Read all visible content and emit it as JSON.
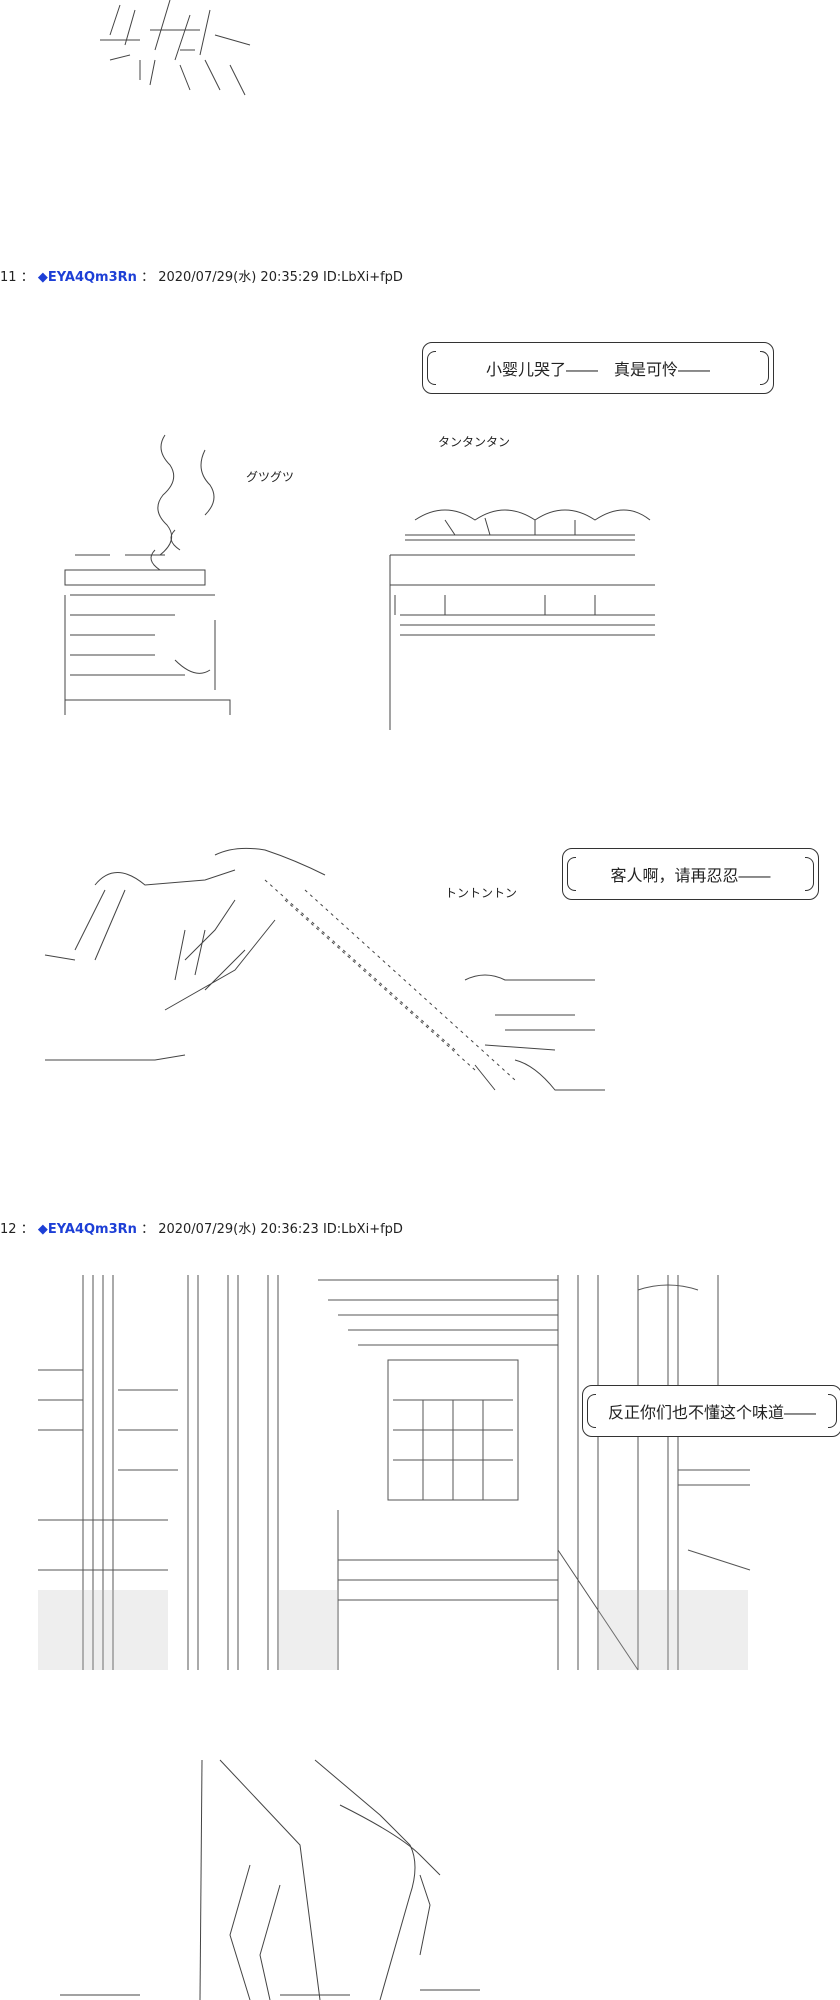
{
  "posts": [
    {
      "number": "11",
      "separator": "：",
      "trip_marker": "◆",
      "trip": "EYA4Qm3Rn",
      "name_suffix": "：",
      "datetime": "2020/07/29(水) 20:35:29",
      "id": "ID:LbXi+fpD"
    },
    {
      "number": "12",
      "separator": "：",
      "trip_marker": "◆",
      "trip": "EYA4Qm3Rn",
      "name_suffix": "：",
      "datetime": "2020/07/29(水) 20:36:23",
      "id": "ID:LbXi+fpD"
    }
  ],
  "dialogue": {
    "baby_crying": "小婴儿哭了――　真是可怜――",
    "customer_wait": "客人啊，请再忍忍――",
    "dont_understand": "反正你们也不懂这个味道――"
  },
  "sfx": {
    "tantantan": "タンタンタン",
    "gugugu": "グツグツ",
    "tontonton": "トントントン"
  },
  "colors": {
    "trip": "#1d3fd6",
    "ink": "#222222",
    "line": "#444444"
  }
}
